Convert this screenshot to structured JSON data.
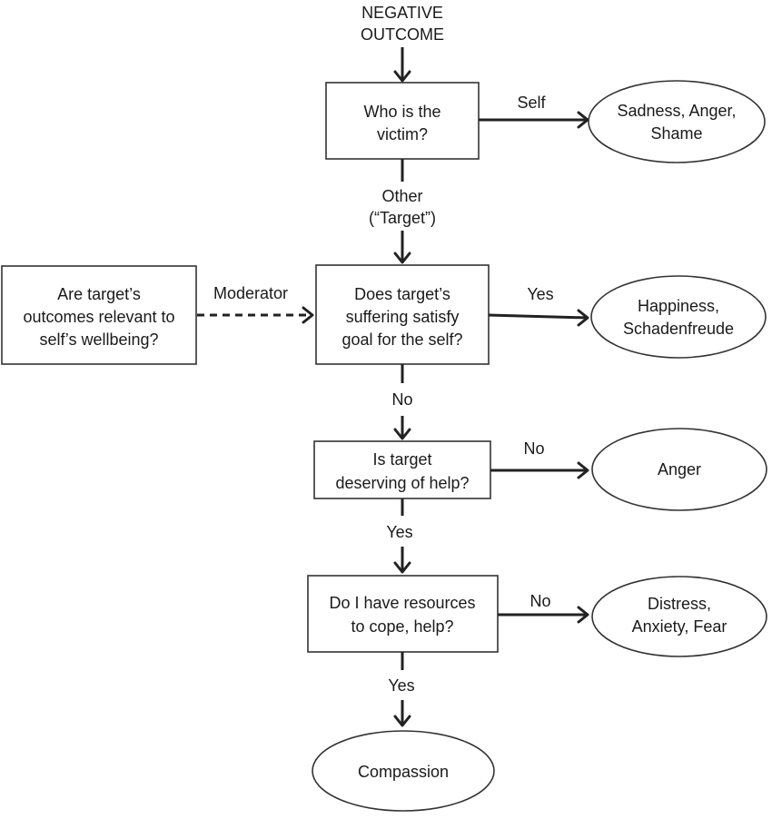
{
  "start": {
    "line1": "NEGATIVE",
    "line2": "OUTCOME"
  },
  "nodes": {
    "victim": {
      "line1": "Who is the",
      "line2": "victim?"
    },
    "self_emotions": {
      "line1": "Sadness, Anger,",
      "line2": "Shame"
    },
    "relevance": {
      "line1": "Are target’s",
      "line2": "outcomes relevant to",
      "line3": "self’s wellbeing?"
    },
    "goal": {
      "line1": "Does target’s",
      "line2": "suffering satisfy",
      "line3": "goal for the self?"
    },
    "happiness": {
      "line1": "Happiness,",
      "line2": "Schadenfreude"
    },
    "deserving": {
      "line1": "Is target",
      "line2": "deserving of help?"
    },
    "anger": {
      "line1": "Anger"
    },
    "resources": {
      "line1": "Do I have resources",
      "line2": "to cope, help?"
    },
    "distress": {
      "line1": "Distress,",
      "line2": "Anxiety, Fear"
    },
    "compassion": {
      "line1": "Compassion"
    }
  },
  "edges": {
    "self": "Self",
    "other_line1": "Other",
    "other_line2": "(“Target”)",
    "moderator": "Moderator",
    "goal_yes": "Yes",
    "goal_no": "No",
    "deserving_no": "No",
    "deserving_yes": "Yes",
    "resources_no": "No",
    "resources_yes": "Yes"
  }
}
